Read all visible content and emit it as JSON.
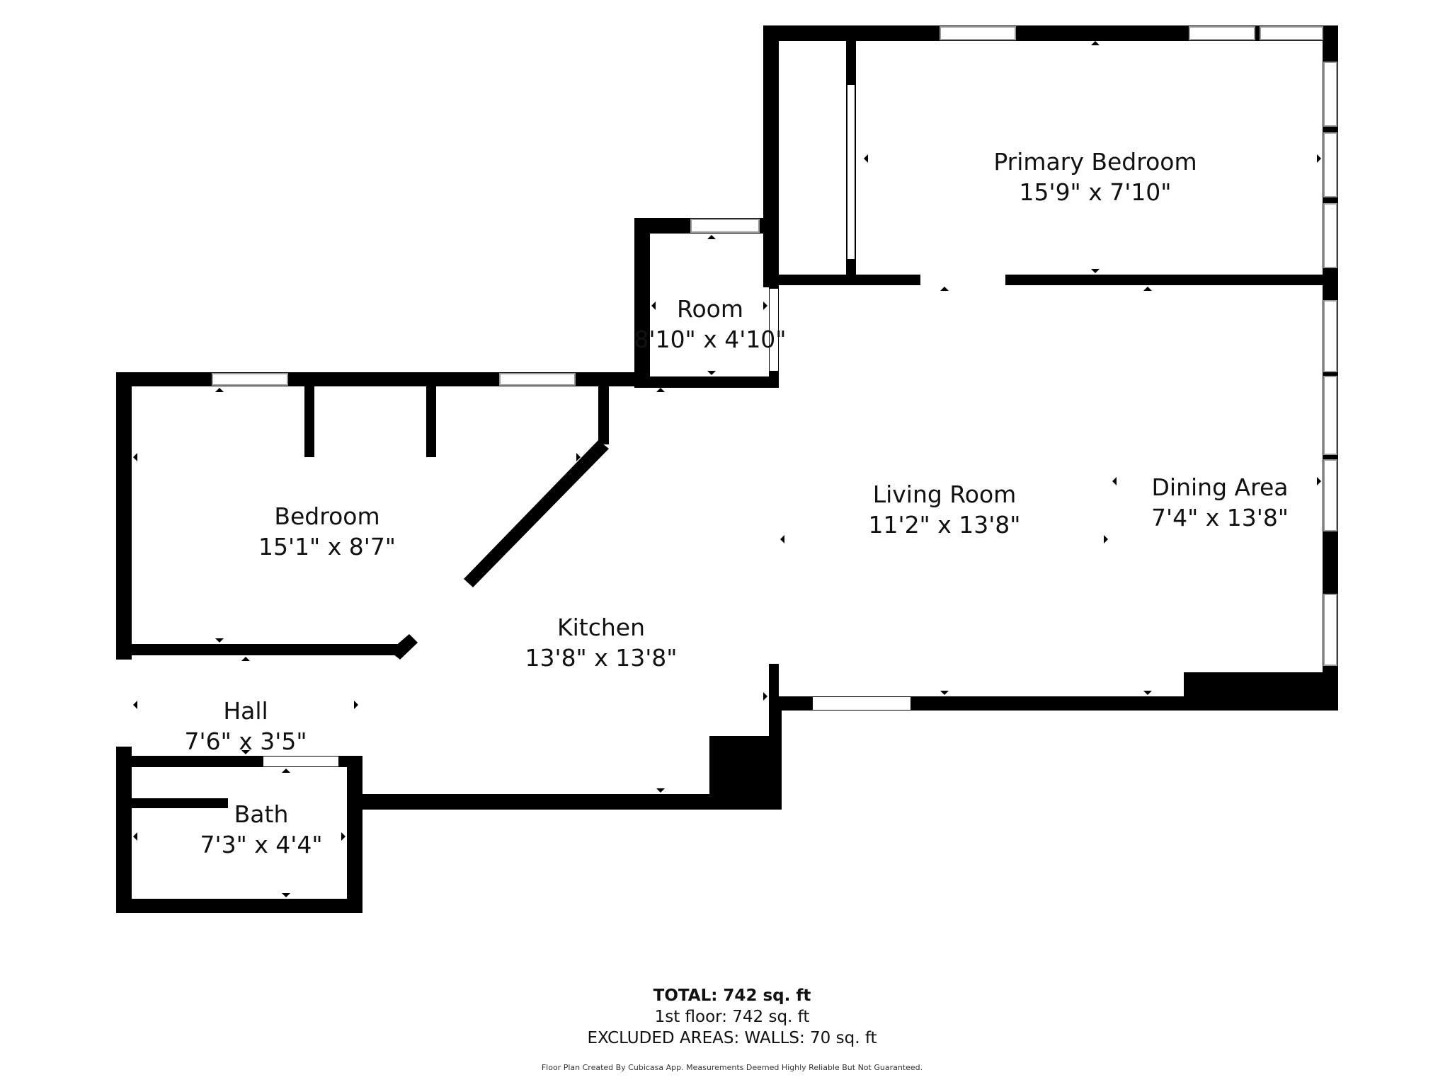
{
  "rooms": {
    "primary_bedroom": {
      "name": "Primary Bedroom",
      "dims": "15'9\" x 7'10\""
    },
    "room": {
      "name": "Room",
      "dims": "8'10\" x 4'10\""
    },
    "bedroom": {
      "name": "Bedroom",
      "dims": "15'1\" x 8'7\""
    },
    "living_room": {
      "name": "Living Room",
      "dims": "11'2\" x 13'8\""
    },
    "dining_area": {
      "name": "Dining Area",
      "dims": "7'4\" x 13'8\""
    },
    "kitchen": {
      "name": "Kitchen",
      "dims": "13'8\" x 13'8\""
    },
    "hall": {
      "name": "Hall",
      "dims": "7'6\" x 3'5\""
    },
    "bath": {
      "name": "Bath",
      "dims": "7'3\" x 4'4\""
    }
  },
  "summary": {
    "total": "TOTAL: 742 sq. ft",
    "floor": "1st floor: 742 sq. ft",
    "excluded": "EXCLUDED AREAS: WALLS: 70 sq. ft"
  },
  "disclaimer": "Floor Plan Created By Cubicasa App. Measurements Deemed Highly Reliable But Not Guaranteed.",
  "colors": {
    "wall": "#000000",
    "background": "#ffffff",
    "window_frame": "#9a9a9a"
  }
}
